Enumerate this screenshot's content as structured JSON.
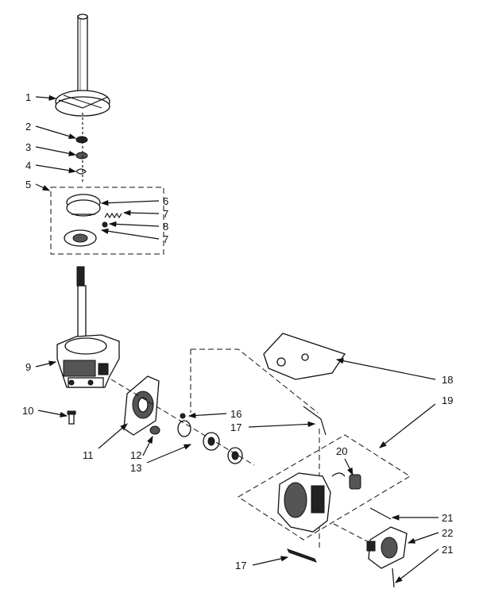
{
  "callouts": [
    "1",
    "2",
    "3",
    "4",
    "5",
    "6",
    "7",
    "8",
    "7",
    "9",
    "10",
    "11",
    "12",
    "13",
    "16",
    "17",
    "18",
    "19",
    "20",
    "21",
    "22",
    "21",
    "17"
  ],
  "colors": {
    "ink": "#111111",
    "paper": "#ffffff",
    "shade": "#555555"
  }
}
